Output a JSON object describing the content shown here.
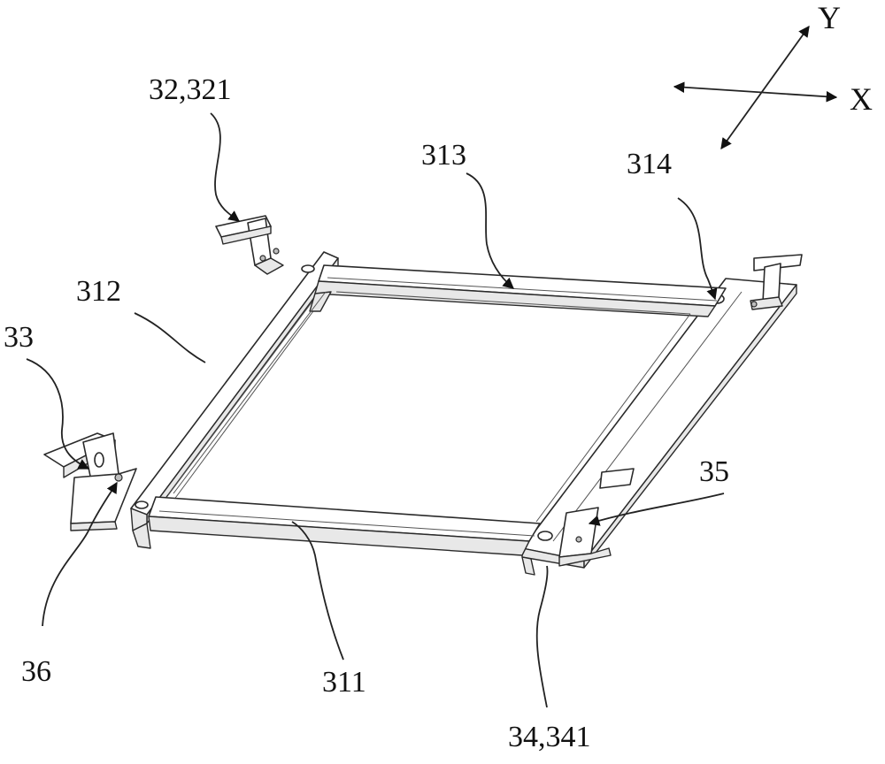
{
  "figure": {
    "axes": {
      "x_label": "X",
      "y_label": "Y"
    },
    "labels": {
      "l_32_321": "32,321",
      "l_313": "313",
      "l_314": "314",
      "l_312": "312",
      "l_33": "33",
      "l_35": "35",
      "l_36": "36",
      "l_311": "311",
      "l_34_341": "34,341"
    }
  }
}
